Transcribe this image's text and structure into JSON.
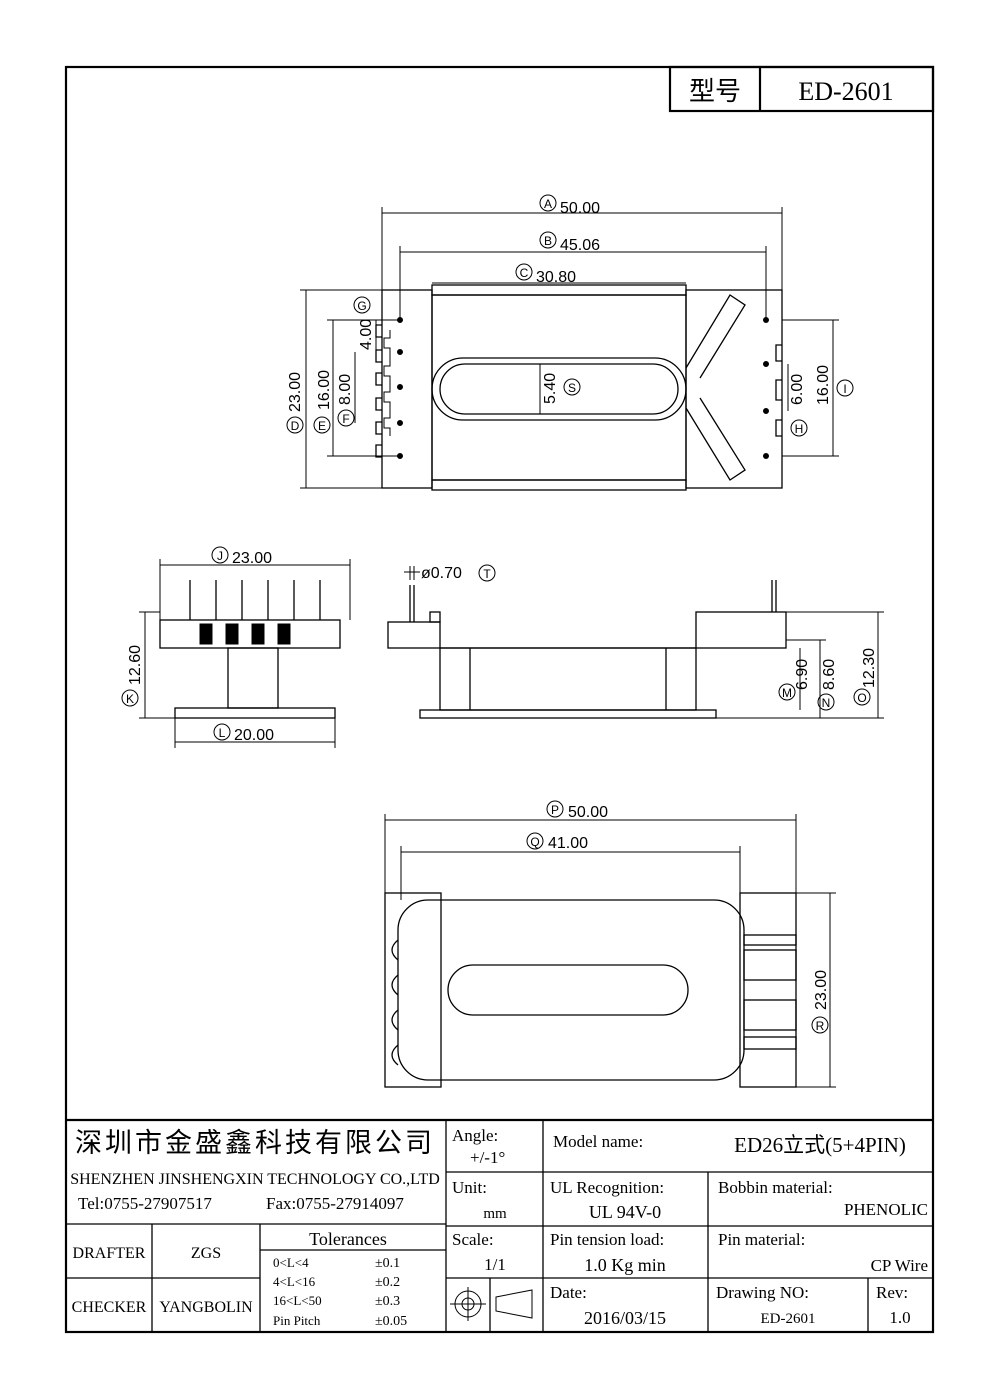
{
  "part_box": {
    "label": "型号",
    "value": "ED-2601"
  },
  "dimensions": {
    "A": "50.00",
    "B": "45.06",
    "C": "30.80",
    "D": "23.00",
    "E": "16.00",
    "F": "8.00",
    "G": "4.00",
    "H": "6.00",
    "I": "16.00",
    "S": "5.40",
    "J": "23.00",
    "K": "12.60",
    "L": "20.00",
    "T": "ø0.70",
    "M": "6.90",
    "N": "8.60",
    "O": "12.30",
    "P": "50.00",
    "Q": "41.00",
    "R": "23.00"
  },
  "title_block": {
    "company_cn": "深圳市金盛鑫科技有限公司",
    "company_en": "SHENZHEN JINSHENGXIN TECHNOLOGY CO.,LTD",
    "tel": "Tel:0755-27907517",
    "fax": "Fax:0755-27914097",
    "angle_label": "Angle:",
    "angle_value": "+/-1°",
    "unit_label": "Unit:",
    "unit_value": "mm",
    "scale_label": "Scale:",
    "scale_value": "1/1",
    "model_label": "Model name:",
    "model_value": "ED26立式(5+4PIN)",
    "ul_label": "UL Recognition:",
    "ul_value": "UL 94V-0",
    "bobbin_label": "Bobbin material:",
    "bobbin_value": "PHENOLIC",
    "pin_tension_label": "Pin tension load:",
    "pin_tension_value": "1.0 Kg min",
    "pin_material_label": "Pin material:",
    "pin_material_value": "CP Wire",
    "date_label": "Date:",
    "date_value": "2016/03/15",
    "drawing_no_label": "Drawing NO:",
    "drawing_no_value": "ED-2601",
    "rev_label": "Rev:",
    "rev_value": "1.0",
    "drafter_label": "DRAFTER",
    "drafter_value": "ZGS",
    "checker_label": "CHECKER",
    "checker_value": "YANGBOLIN",
    "tolerances_title": "Tolerances",
    "tolerances": [
      {
        "range": "0<L<4",
        "value": "±0.1"
      },
      {
        "range": "4<L<16",
        "value": "±0.2"
      },
      {
        "range": "16<L<50",
        "value": "±0.3"
      },
      {
        "range": "Pin Pitch",
        "value": "±0.05"
      }
    ]
  }
}
